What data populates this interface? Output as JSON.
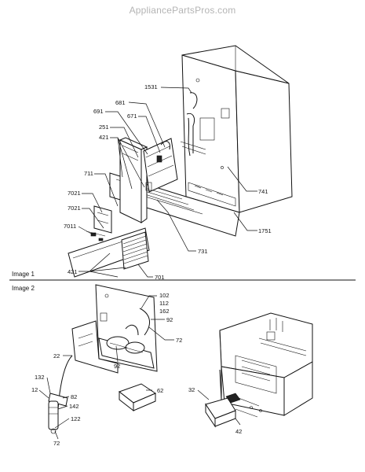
{
  "watermark": "AppliancePartsPros.com",
  "sections": {
    "image1_label": "Image 1",
    "image2_label": "Image 2"
  },
  "callouts": {
    "c1531": "1531",
    "c681": "681",
    "c691": "691",
    "c671": "671",
    "c251": "251",
    "c421a": "421",
    "c711": "711",
    "c7021a": "7021",
    "c7021b": "7021",
    "c7011": "7011",
    "c741": "741",
    "c1751": "1751",
    "c731": "731",
    "c421b": "421",
    "c701": "701",
    "c102": "102",
    "c112": "112",
    "c162": "162",
    "c92a": "92",
    "c72a": "72",
    "c92b": "92",
    "c22": "22",
    "c132": "132",
    "c12": "12",
    "c82": "82",
    "c142": "142",
    "c122": "122",
    "c72b": "72",
    "c62": "62",
    "c32": "32",
    "c42": "42"
  }
}
